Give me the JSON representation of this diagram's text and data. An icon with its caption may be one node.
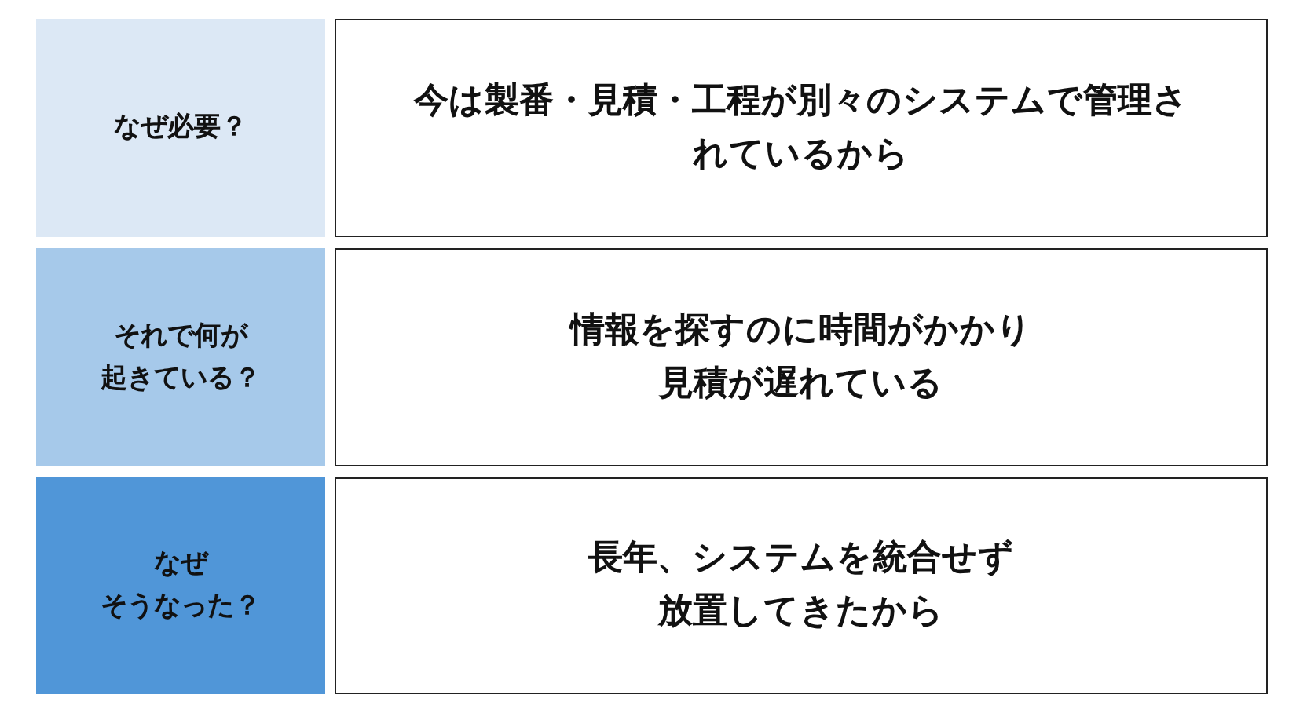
{
  "diagram": {
    "nodes": [
      {
        "text": [
          "なぜ必要？"
        ]
      },
      {
        "text": [
          "今は製番・見積・工程が別々のシステムで管理されているから"
        ]
      },
      {
        "text": [
          "それで何が起きている？"
        ]
      },
      {
        "text": [
          "情報を探すのに時間がかかり見積が遅れている"
        ]
      },
      {
        "text": [
          "なぜそうなった？"
        ]
      },
      {
        "text": [
          "長年、システムを統合せず放置してきたから"
        ]
      }
    ]
  }
}
